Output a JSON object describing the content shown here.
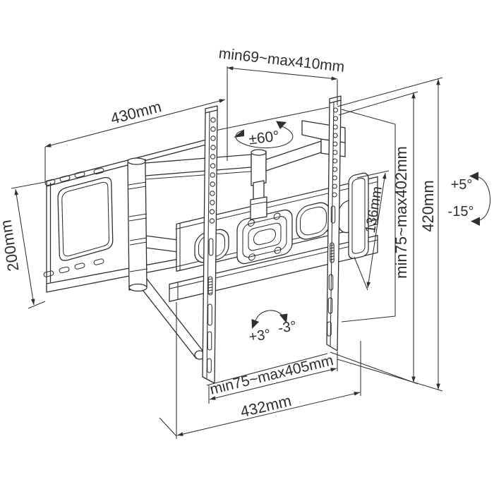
{
  "diagram": {
    "title": "Articulating TV wall mount dimensional drawing",
    "colors": {
      "line": "#2f2f2f",
      "background": "#ffffff"
    },
    "dimensions": {
      "extension_range": "min69~max410mm",
      "wall_plate_width": "430mm",
      "wall_plate_height": "200mm",
      "bracket_end_height": "136mm",
      "vesa_height_range": "min75~max402mm",
      "bracket_height": "420mm",
      "vesa_width_range": "min75~max405mm",
      "bracket_width": "432mm"
    },
    "angles": {
      "swivel": "±60°",
      "tilt_up": "+5°",
      "tilt_down": "-15°",
      "level_cw": "+3°",
      "level_ccw": "-3°"
    }
  }
}
